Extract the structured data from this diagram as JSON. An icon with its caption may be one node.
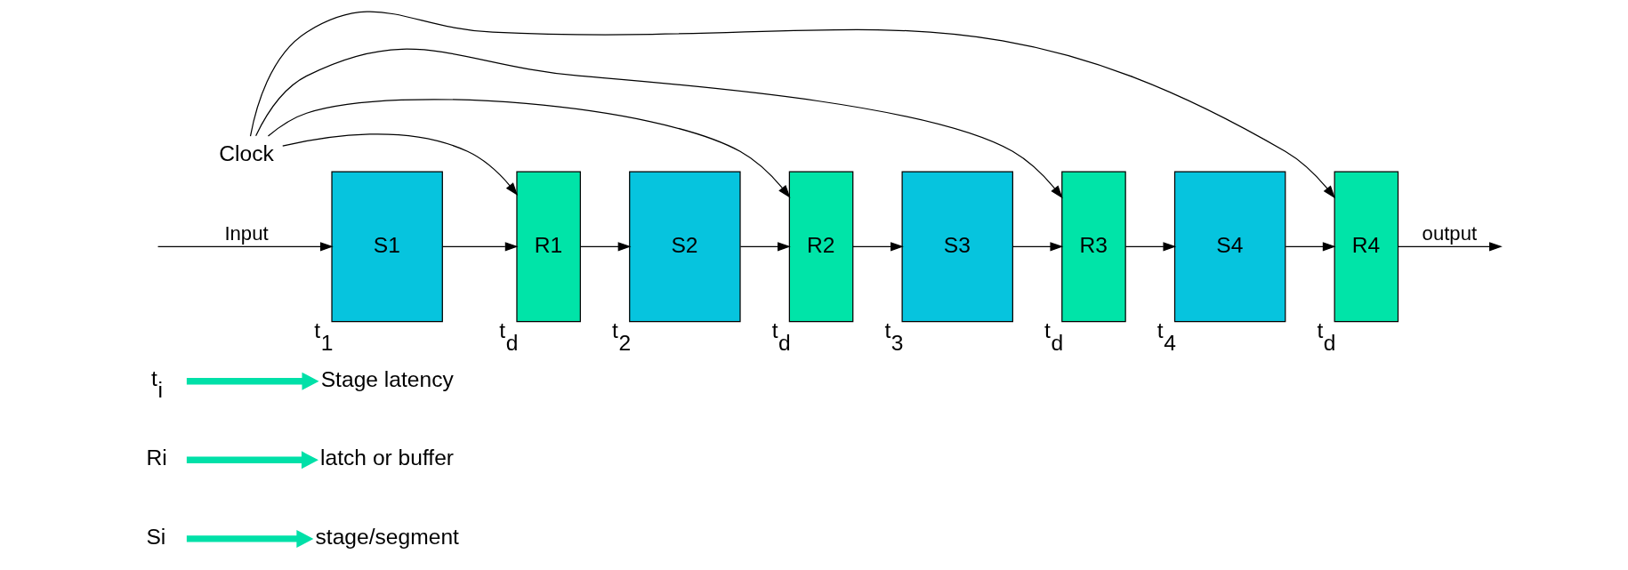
{
  "diagram": {
    "nodes": [
      {
        "text": [
          "Si"
        ]
      },
      {
        "text": [
          "stage/segment"
        ]
      },
      {
        "text": [
          "Ri"
        ]
      },
      {
        "text": [
          "latch or buffer"
        ]
      },
      {
        "text": [
          "t$_{i}$"
        ]
      },
      {
        "text": [
          "Stage latency"
        ]
      },
      {
        "text": [
          "Clock"
        ]
      },
      {
        "text": [
          "S1"
        ],
        "beside": [
          "t$_{1}$"
        ]
      },
      {
        "text": [
          "R1"
        ],
        "beside": [
          "t$_{d}$"
        ]
      },
      {
        "text": [
          "S2"
        ],
        "beside": [
          "t$_{2}$"
        ]
      },
      {
        "text": [
          "R2"
        ],
        "beside": [
          "t$_{d}$"
        ]
      },
      {
        "text": [
          "S3"
        ],
        "beside": [
          "t$_{3}$"
        ]
      },
      {
        "text": [
          "R3"
        ],
        "beside": [
          "t$_{d}$"
        ]
      },
      {
        "text": [
          "S4"
        ],
        "beside": [
          "t$_{4}$"
        ]
      },
      {
        "text": [
          "R4"
        ],
        "beside": [
          "t$_{d}$"
        ]
      }
    ],
    "edges": [
      {
        "from": 0,
        "to": 1,
        "arrow": "to",
        "style": "thick",
        "color": "#00e0a8"
      },
      {
        "from": 2,
        "to": 3,
        "arrow": "to",
        "style": "thick",
        "color": "#00e0a8"
      },
      {
        "from": 4,
        "to": 5,
        "arrow": "to",
        "style": "thick",
        "color": "#00e0a8"
      },
      {
        "from": null,
        "to": 7,
        "arrow": "to",
        "label": "Input"
      },
      {
        "from": 7,
        "to": 8,
        "arrow": "to"
      },
      {
        "from": 8,
        "to": 9,
        "arrow": "to"
      },
      {
        "from": 9,
        "to": 10,
        "arrow": "to"
      },
      {
        "from": 10,
        "to": 11,
        "arrow": "to"
      },
      {
        "from": 11,
        "to": 12,
        "arrow": "to"
      },
      {
        "from": 12,
        "to": 13,
        "arrow": "to"
      },
      {
        "from": 13,
        "to": 14,
        "arrow": "to"
      },
      {
        "from": 14,
        "to": null,
        "arrow": "to",
        "label": "output"
      },
      {
        "from": 6,
        "to": 8,
        "arrow": "to"
      },
      {
        "from": 6,
        "to": 10,
        "arrow": "to"
      },
      {
        "from": 6,
        "to": 12,
        "arrow": "to"
      },
      {
        "from": 6,
        "to": 14,
        "arrow": "to"
      }
    ]
  }
}
